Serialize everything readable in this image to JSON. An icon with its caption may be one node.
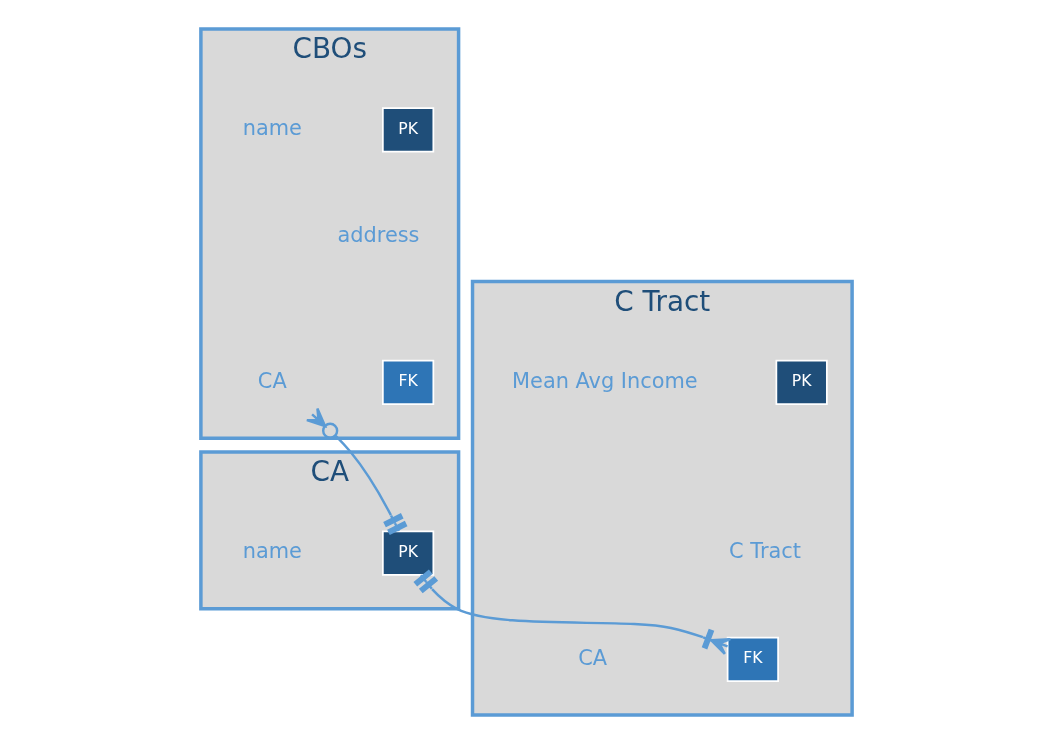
{
  "diagram": {
    "nodes": [
      {
        "text": [
          "CBOs"
        ]
      },
      {
        "text": [
          "PK"
        ],
        "in": 0
      },
      {
        "text": [
          "name"
        ],
        "in": 0
      },
      {
        "text": [
          "address"
        ],
        "in": 0
      },
      {
        "text": [
          "FK"
        ],
        "in": 0
      },
      {
        "text": [
          "CA"
        ],
        "in": 0
      },
      {
        "text": [
          "CA"
        ]
      },
      {
        "text": [
          "PK"
        ],
        "in": 6
      },
      {
        "text": [
          "name"
        ],
        "in": 6
      },
      {
        "text": [
          "C Tract"
        ]
      },
      {
        "text": [
          "PK"
        ],
        "in": 9
      },
      {
        "text": [
          "Mean Avg Income"
        ],
        "in": 9
      },
      {
        "text": [
          "C Tract"
        ],
        "in": 9
      },
      {
        "text": [
          "FK"
        ],
        "in": 9
      },
      {
        "text": [
          "CA"
        ],
        "in": 9
      }
    ],
    "edges": [
      {
        "from": 5,
        "to": 7,
        "arrow": "other"
      },
      {
        "from": 7,
        "to": 13,
        "arrow": "other"
      }
    ]
  }
}
